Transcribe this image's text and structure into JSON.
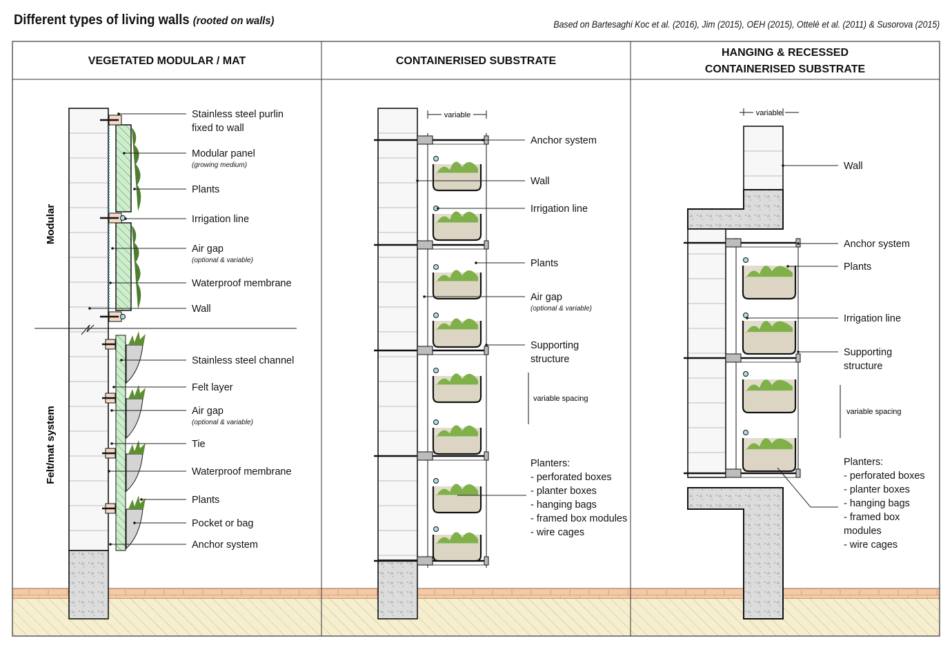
{
  "title": {
    "main": "Different types of living walls",
    "sub": "(rooted on walls)"
  },
  "citation": "Based on Bartesaghi Koc et al. (2016), Jim (2015), OEH (2015), Ottelé et al. (2011) & Susorova (2015)",
  "columns": [
    {
      "header": [
        "VEGETATED MODULAR / MAT"
      ],
      "section_labels": [
        "Modular",
        "Felt/mat system"
      ],
      "labels": [
        {
          "text": "Stainless steel purlin",
          "text2": "fixed to wall"
        },
        {
          "text": "Modular panel",
          "note": "(growing medium)"
        },
        {
          "text": "Plants"
        },
        {
          "text": "Irrigation line"
        },
        {
          "text": "Air gap",
          "note": "(optional & variable)"
        },
        {
          "text": "Waterproof membrane"
        },
        {
          "text": "Wall"
        },
        {
          "text": "Stainless steel channel"
        },
        {
          "text": "Felt layer"
        },
        {
          "text": "Air gap",
          "note": "(optional & variable)"
        },
        {
          "text": "Tie"
        },
        {
          "text": "Waterproof membrane"
        },
        {
          "text": "Plants"
        },
        {
          "text": "Pocket or bag"
        },
        {
          "text": "Anchor system"
        }
      ]
    },
    {
      "header": [
        "CONTAINERISED SUBSTRATE"
      ],
      "dimension": "variable",
      "spacing": "variable spacing",
      "labels": [
        {
          "text": "Anchor system"
        },
        {
          "text": "Wall"
        },
        {
          "text": "Irrigation line"
        },
        {
          "text": "Plants"
        },
        {
          "text": "Air gap",
          "note": "(optional & variable)"
        },
        {
          "text": "Supporting",
          "text2": "structure"
        }
      ],
      "planters": [
        "Planters:",
        "- perforated boxes",
        "- planter boxes",
        "- hanging bags",
        "- framed box modules",
        "- wire cages"
      ]
    },
    {
      "header": [
        "HANGING & RECESSED",
        "CONTAINERISED SUBSTRATE"
      ],
      "dimension": "variable",
      "spacing": "variable spacing",
      "labels": [
        {
          "text": "Wall"
        },
        {
          "text": "Anchor system"
        },
        {
          "text": "Plants"
        },
        {
          "text": "Irrigation line"
        },
        {
          "text": "Supporting",
          "text2": "structure"
        }
      ],
      "planters": [
        "Planters:",
        "- perforated boxes",
        "- planter boxes",
        "- hanging bags",
        "- framed box",
        "  modules",
        "- wire cages"
      ]
    }
  ],
  "colors": {
    "brick": "#f4c9a6",
    "soil_hatch": "#f6efcf",
    "panel_green": "#cdeecd",
    "plant": "#4d7d2e",
    "concrete": "#dcdcdc"
  }
}
